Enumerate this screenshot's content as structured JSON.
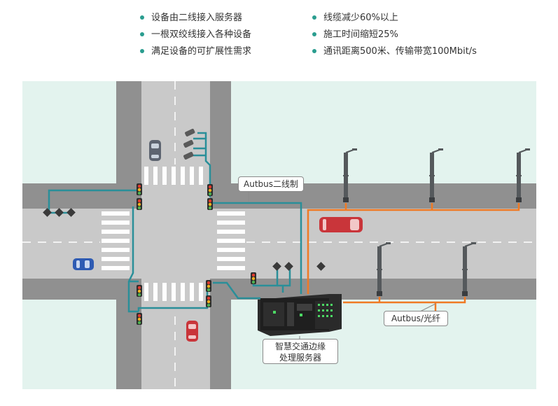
{
  "bullets": {
    "left": [
      "设备由二线接入服务器",
      "一根双绞线接入各种设备",
      "满足设备的可扩展性需求"
    ],
    "right": [
      "线缆减少60%以上",
      "施工时间缩短25%",
      "通讯距离500米、传输带宽100Mbit/s"
    ]
  },
  "labels": {
    "autbus_twowire": "Autbus二线制",
    "autbus_fiber": "Autbus/光纤",
    "server_line1": "智慧交通边缘",
    "server_line2": "处理服务器"
  },
  "colors": {
    "bullet": "#2a9d8f",
    "twowire_cable": "#2a8f99",
    "fiber_cable": "#f07a24",
    "road": "#c8c8c8",
    "sidewalk": "#909090",
    "grass": "#e3f3ee"
  }
}
